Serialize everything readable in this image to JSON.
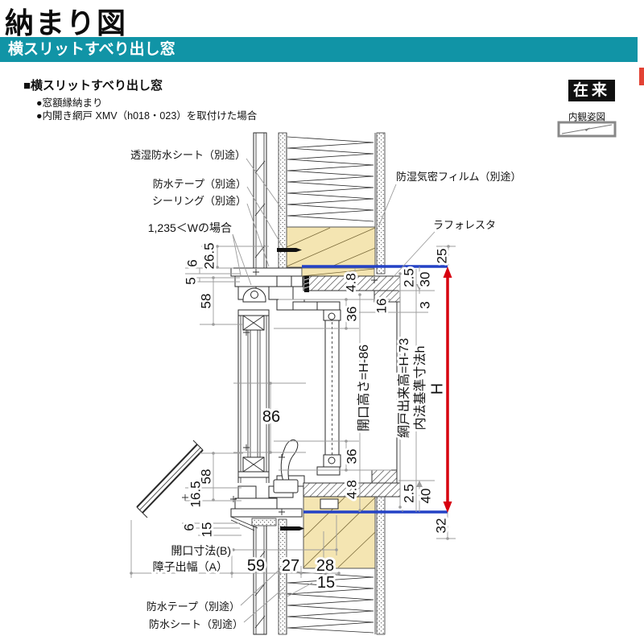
{
  "header": {
    "title": "納まり図",
    "band": "横スリットすべり出し窓",
    "section": "■横スリットすべり出し窓",
    "bullet1": "●窓額縁納まり",
    "bullet2": "●内開き網戸 XMV（h018・023）を取付けた場合",
    "badge": "在来",
    "elevation_caption": "内観姿図"
  },
  "colors": {
    "band_teal": "#1194a6",
    "badge_bg": "#101010",
    "edge_tab_red": "#e34234",
    "wood_fill": "#f4e5b2",
    "reference_blue": "#2442c6",
    "height_red": "#d7000f"
  },
  "drawing": {
    "callouts": {
      "moisture_sheet": "透湿防水シート（別途）",
      "tape_top": "防水テープ（別途）",
      "sealing": "シーリング（別途）",
      "width_case": "1,235＜Wの場合",
      "vapor_film": "防湿気密フィルム（別途）",
      "laforesta": "ラフォレスタ",
      "tape_bottom": "防水テープ（別途）",
      "sheet_bottom": "防水シート（別途）"
    },
    "dims": {
      "v25": "25",
      "v26_5": "26.5",
      "v6_top": "6",
      "v5": "5",
      "v58_top": "58",
      "v4_8_top": "4.8",
      "v36_top": "36",
      "v16": "16",
      "v2_5_top": "2.5",
      "v30": "30",
      "v3": "3",
      "v86": "86",
      "v36_bot": "36",
      "v4_8_bot": "4.8",
      "v58_bot": "58",
      "v16_5": "16.5",
      "v6_bot": "6",
      "v15_left": "15",
      "v2_5_bot": "2.5",
      "v40": "40",
      "v32": "32",
      "v59": "59",
      "v27": "27",
      "v28": "28",
      "v15_bot": "15"
    },
    "formulas": {
      "opening_height": "開口高さ=H-86",
      "screen_height": "網戸出来高=H-73",
      "inner_standard": "内法基準寸法h",
      "h_label": "H"
    },
    "axes": {
      "opening_b": "開口寸法(B)",
      "sash_a": "障子出幅（A）"
    }
  }
}
